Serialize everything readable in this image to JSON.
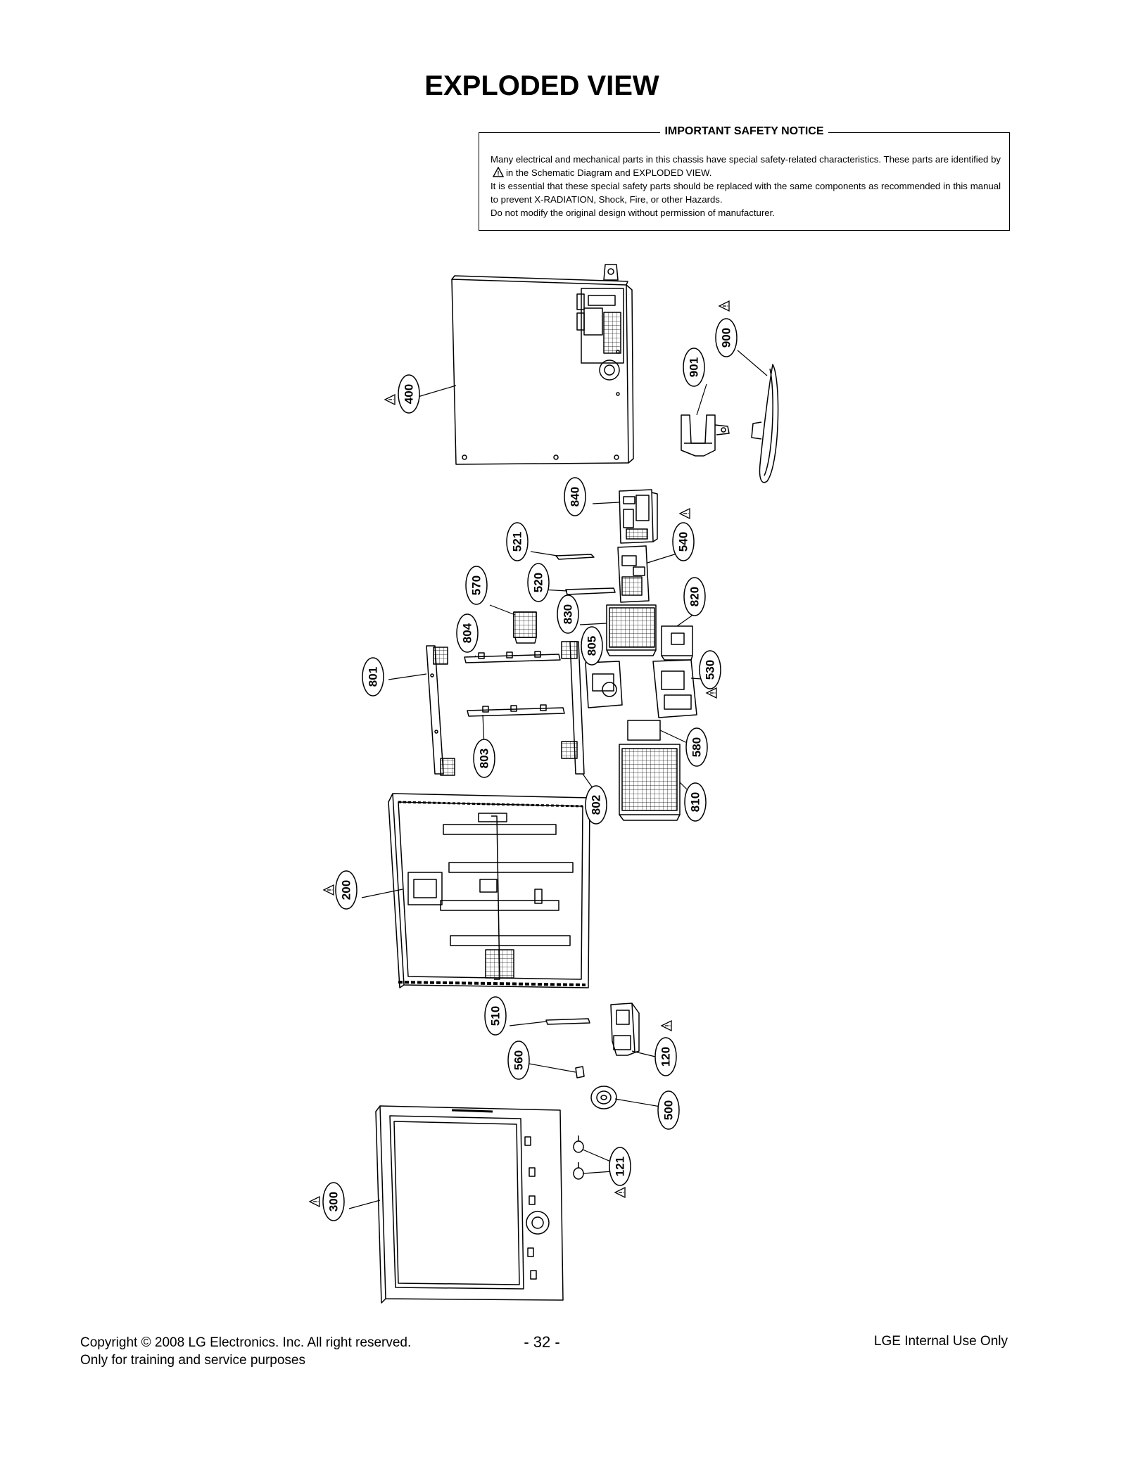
{
  "page_title": "EXPLODED VIEW",
  "notice": {
    "heading": "IMPORTANT SAFETY NOTICE",
    "line1a": "Many electrical and mechanical parts in this chassis have special safety-related characteristics. These parts are identified by",
    "line1b": "in the Schematic Diagram and EXPLODED VIEW.",
    "line2": "It is essential that these special safety parts should be replaced with the same components as recommended in this manual to prevent X-RADIATION, Shock, Fire, or other Hazards.",
    "line3": "Do not modify the original design without permission of manufacturer."
  },
  "parts": [
    {
      "number": "400",
      "warning": true
    },
    {
      "number": "900",
      "warning": true
    },
    {
      "number": "901",
      "warning": false
    },
    {
      "number": "840",
      "warning": false
    },
    {
      "number": "540",
      "warning": true
    },
    {
      "number": "521",
      "warning": false
    },
    {
      "number": "520",
      "warning": false
    },
    {
      "number": "570",
      "warning": false
    },
    {
      "number": "830",
      "warning": false
    },
    {
      "number": "820",
      "warning": false
    },
    {
      "number": "804",
      "warning": false
    },
    {
      "number": "805",
      "warning": false
    },
    {
      "number": "530",
      "warning": true
    },
    {
      "number": "801",
      "warning": false
    },
    {
      "number": "803",
      "warning": false
    },
    {
      "number": "580",
      "warning": false
    },
    {
      "number": "802",
      "warning": false
    },
    {
      "number": "810",
      "warning": false
    },
    {
      "number": "200",
      "warning": true
    },
    {
      "number": "510",
      "warning": false
    },
    {
      "number": "120",
      "warning": true
    },
    {
      "number": "560",
      "warning": false
    },
    {
      "number": "500",
      "warning": false
    },
    {
      "number": "121",
      "warning": true
    },
    {
      "number": "300",
      "warning": true
    }
  ],
  "footer": {
    "copyright_prefix": "Copyright",
    "copyright_symbol": "©",
    "year": "2008",
    "company": "LG Electronics. Inc. All right reserved.",
    "training": "Only for training and service purposes",
    "page_number": "- 32 -",
    "internal": "LGE Internal Use Only"
  }
}
